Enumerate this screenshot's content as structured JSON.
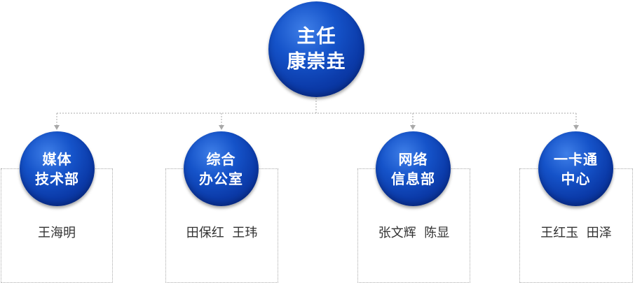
{
  "root": {
    "title": "主任",
    "name": "康崇垚"
  },
  "departments": [
    {
      "line1": "媒体",
      "line2": "技术部",
      "members": "王海明"
    },
    {
      "line1": "综合",
      "line2": "办公室",
      "members": "田保红  王玮"
    },
    {
      "line1": "网络",
      "line2": "信息部",
      "members": "张文辉  陈显"
    },
    {
      "line1": "一卡通",
      "line2": "中心",
      "members": "王红玉  田泽"
    }
  ],
  "colors": {
    "node": "#0b3aa8",
    "connector": "#a9a9a9",
    "member_text": "#333333"
  }
}
